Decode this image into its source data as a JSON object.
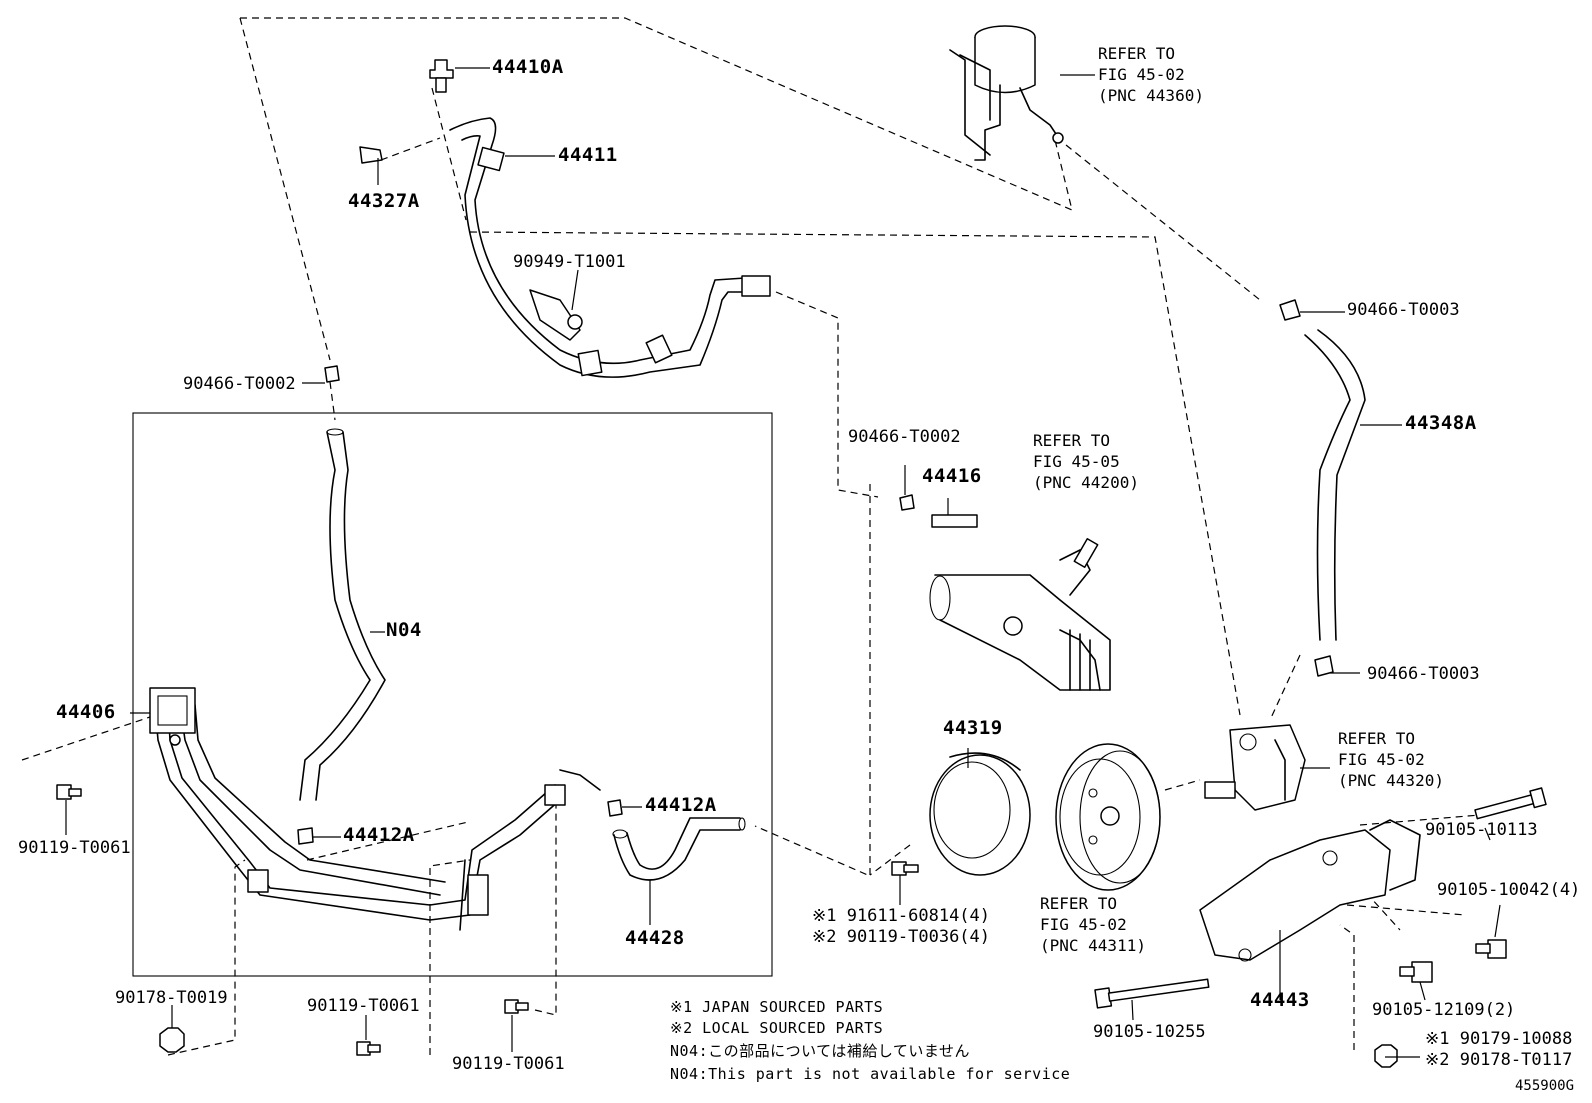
{
  "diagram": {
    "figure_code": "455900G",
    "part_labels": {
      "p44410A": "44410A",
      "p44411": "44411",
      "p44327A": "44327A",
      "p90949_T1001": "90949-T1001",
      "p90466_T0002_top": "90466-T0002",
      "p90466_T0002_mid": "90466-T0002",
      "p90466_T0003_top": "90466-T0003",
      "p90466_T0003_bot": "90466-T0003",
      "p44348A": "44348A",
      "p44416": "44416",
      "pN04": "N04",
      "p44406": "44406",
      "p90119_T0061_left": "90119-T0061",
      "p44412A_left": "44412A",
      "p44412A_right": "44412A",
      "p44428": "44428",
      "p90178_T0019": "90178-T0019",
      "p90119_T0061_bl": "90119-T0061",
      "p90119_T0061_bm": "90119-T0061",
      "p44319": "44319",
      "p91611_60814": "※1 91611-60814(4)",
      "p90119_T0036": "※2 90119-T0036(4)",
      "p90105_10113": "90105-10113",
      "p90105_10042": "90105-10042(4)",
      "p90105_12109": "90105-12109(2)",
      "p90105_10255": "90105-10255",
      "p44443": "44443",
      "p90179_10088": "※1 90179-10088",
      "p90178_T0117": "※2 90178-T0117"
    },
    "references": {
      "r44360": [
        "REFER TO",
        "FIG 45-02",
        "(PNC 44360)"
      ],
      "r44200": [
        "REFER TO",
        "FIG 45-05",
        "(PNC 44200)"
      ],
      "r44320": [
        "REFER TO",
        "FIG 45-02",
        "(PNC 44320)"
      ],
      "r44311": [
        "REFER TO",
        "FIG 45-02",
        "(PNC 44311)"
      ]
    },
    "notes": [
      "※1 JAPAN SOURCED PARTS",
      "※2 LOCAL SOURCED PARTS",
      "N04:この部品については補給していません",
      "N04:This part is not available for service"
    ]
  }
}
